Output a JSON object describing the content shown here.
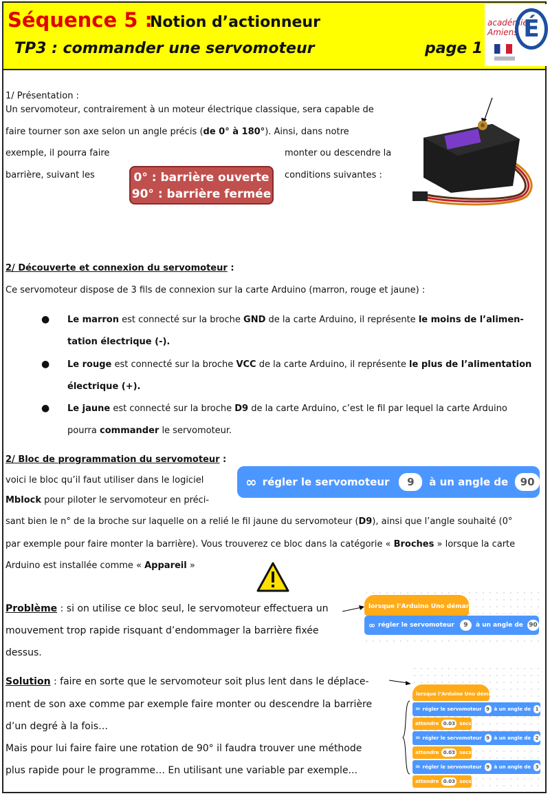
{
  "header": {
    "sequence": "Séquence 5 :",
    "notion": "Notion d’actionneur",
    "tp": "TP3 : commander une servomoteur",
    "page": "page 1",
    "logo_text": "académie Amiens",
    "logo_letter": "É"
  },
  "s1": {
    "title": "1/ Présentation :",
    "l1": "Un servomoteur, contrairement à un moteur électrique classique, sera capable de",
    "l2a": "faire tourner son axe selon un angle précis (",
    "l2b": "de 0° à 180°",
    "l2c": "). Ainsi, dans notre",
    "l3a": "exemple, il pourra faire",
    "l3b": "monter ou descendre la",
    "l4a": "barrière, suivant les",
    "l4b": "conditions suivantes :",
    "box1": "0° : barrière ouverte",
    "box2": "90° : barrière fermée"
  },
  "s2": {
    "title": "2/ Découverte et connexion du servomoteur",
    "colon": " :",
    "intro": "Ce servomoteur dispose de 3 fils de connexion sur la carte Arduino (marron, rouge et jaune) :",
    "b1a": "Le marron",
    "b1b": " est connecté sur la broche ",
    "b1c": "GND",
    "b1d": " de la carte Arduino, il représente ",
    "b1e": "le moins de l’alimen-",
    "b1f": "tation électrique (-).",
    "b2a": "Le rouge",
    "b2b": " est connecté sur la broche ",
    "b2c": "VCC",
    "b2d": " de la carte Arduino, il représente ",
    "b2e": "le plus de l’alimentation",
    "b2f": "électrique (+).",
    "b3a": "Le jaune",
    "b3b": " est connecté sur la broche ",
    "b3c": "D9",
    "b3d": " de la carte Arduino, c’est le fil par lequel la carte Arduino",
    "b3e": "pourra ",
    "b3f": "commander",
    "b3g": " le servomoteur."
  },
  "s3": {
    "title": "2/ Bloc de programmation du servomoteur",
    "colon": " :",
    "l1": "voici le bloc qu’il faut utiliser dans le logiciel",
    "l2a": "Mblock",
    "l2b": " pour piloter le servomoteur en préci-",
    "l3a": "sant bien le n° de la broche sur laquelle on a relié le fil jaune du servomoteur (",
    "l3b": "D9",
    "l3c": "), ainsi que l’angle souhaité (0°",
    "l4": "par exemple pour faire monter la barrière). Vous trouverez ce bloc dans la catégorie « ",
    "l4b": "Broches",
    "l4c": " » lorsque la carte",
    "l5a": "Arduino est installée comme « ",
    "l5b": "Appareil",
    "l5c": " »",
    "block_text": "régler le servomoteur",
    "block_pin": "9",
    "block_mid": "à un angle de",
    "block_angle": "90"
  },
  "problem": {
    "label": "Problème",
    "l1": " : si on utilise ce bloc seul, le servomoteur effectuera un",
    "l2": "mouvement trop rapide risquant d’endommager la barrière fixée",
    "l3": "dessus.",
    "hat": "lorsque l’Arduino Uno démarre",
    "block_text": "régler le servomoteur",
    "pin": "9",
    "mid": "à un angle de",
    "angle": "90"
  },
  "solution": {
    "label": "Solution",
    "l1": " : faire en sorte que le servomoteur soit plus lent dans le déplace-",
    "l2": "ment de son axe comme par exemple faire monter ou descendre la barrière",
    "l3": "d’un degré à la fois…",
    "l4": "Mais pour lui faire faire une rotation de 90° il faudra trouver une méthode",
    "l5": "plus rapide pour le programme… En utilisant une variable par exemple...",
    "hat": "lorsque l’Arduino Uno démarre",
    "block_text": "régler le servomoteur",
    "pin": "9",
    "mid": "à un angle de",
    "angles": [
      "1",
      "2",
      "3"
    ],
    "wait": "attendre",
    "wait_val": "0.03",
    "secs": "secs"
  },
  "colors": {
    "header_bg": "#ffff00",
    "title_red": "#e00000",
    "box_red": "#c0504d",
    "block_blue": "#4c97ff",
    "hat_orange": "#ffab19"
  }
}
